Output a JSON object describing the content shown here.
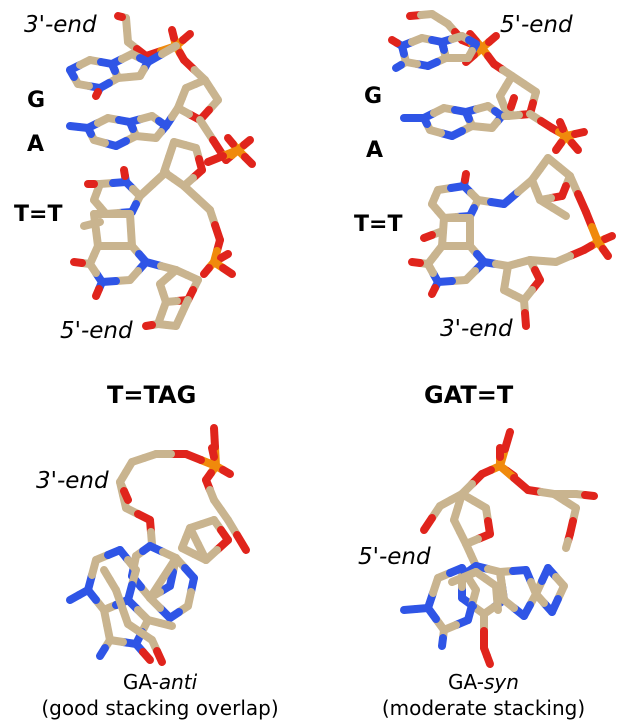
{
  "top_left": {
    "end_top": "3'-end",
    "end_bottom": "5'-end",
    "base_g": "G",
    "base_a": "A",
    "base_tt": "T=T"
  },
  "top_right": {
    "end_top": "5'-end",
    "end_bottom": "3'-end",
    "base_g": "G",
    "base_a": "A",
    "base_tt": "T=T"
  },
  "bottom_left": {
    "title": "T=TAG",
    "end_label": "3'-end",
    "caption_prefix": "GA-",
    "caption_em": "anti",
    "caption_line2": "(good stacking overlap)"
  },
  "bottom_right": {
    "title": "GAT=T",
    "end_label": "5'-end",
    "caption_prefix": "GA-",
    "caption_em": "syn",
    "caption_line2": "(moderate stacking)"
  },
  "colors": {
    "carbon": "#c9b48f",
    "nitrogen": "#2f55e6",
    "oxygen": "#e0241c",
    "phosphorus": "#f08a0c"
  }
}
